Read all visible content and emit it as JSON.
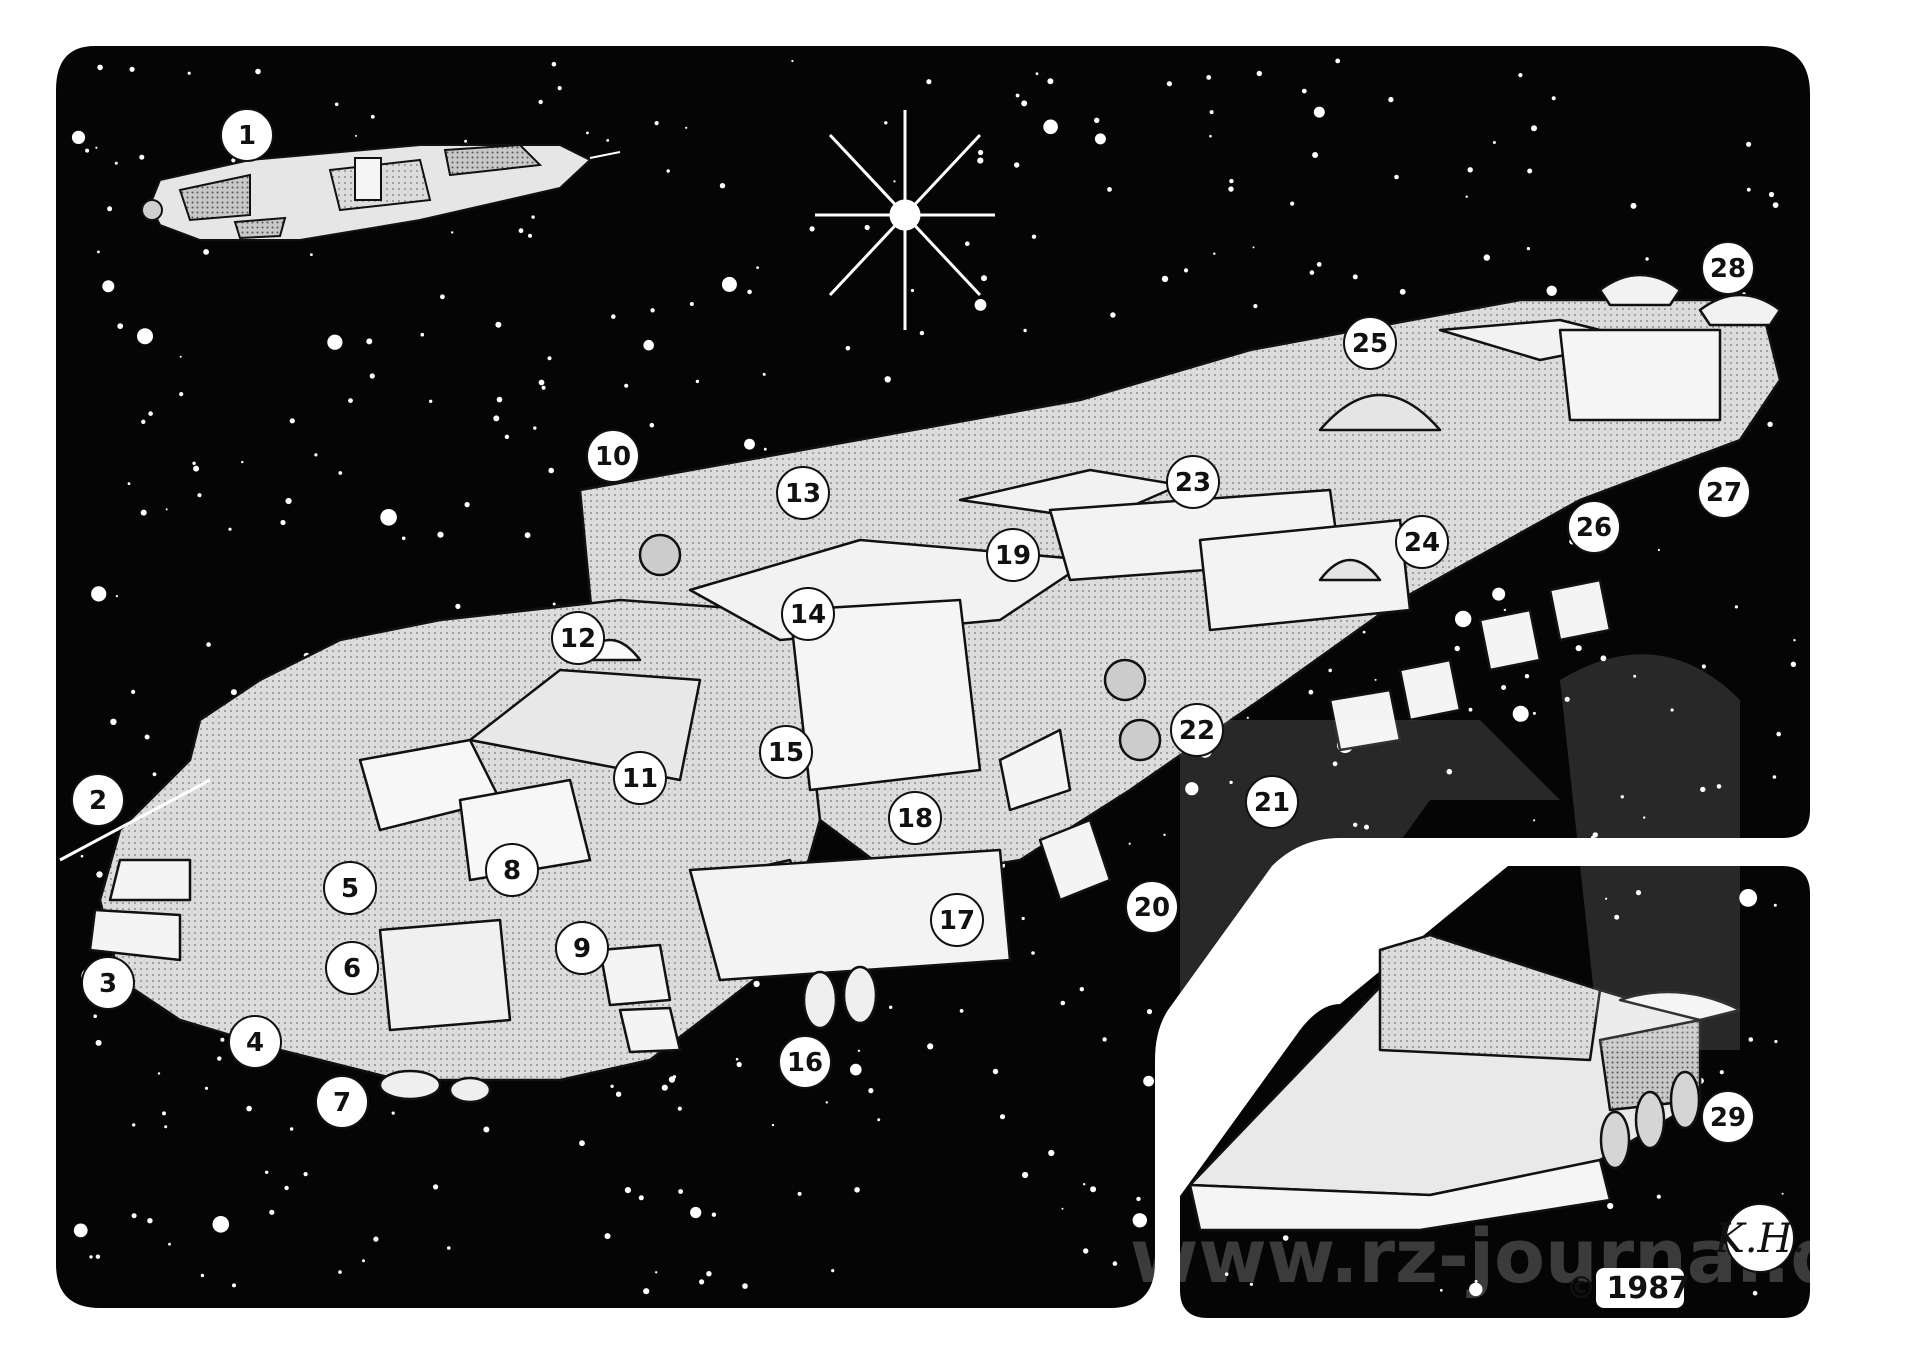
{
  "callouts": [
    "1",
    "2",
    "3",
    "4",
    "5",
    "6",
    "7",
    "8",
    "9",
    "10",
    "11",
    "12",
    "13",
    "14",
    "15",
    "16",
    "17",
    "18",
    "19",
    "20",
    "21",
    "22",
    "23",
    "24",
    "25",
    "26",
    "27",
    "28",
    "29"
  ],
  "copyright": "© 1987",
  "watermark": "www.rz-journal.de",
  "signature": "K.H.",
  "colors": {
    "space": "#050505",
    "hull": "#d8d8d8",
    "hull_light": "#f2f2f2",
    "hull_dark": "#9a9a9a",
    "line": "#111111",
    "star": "#ffffff"
  }
}
